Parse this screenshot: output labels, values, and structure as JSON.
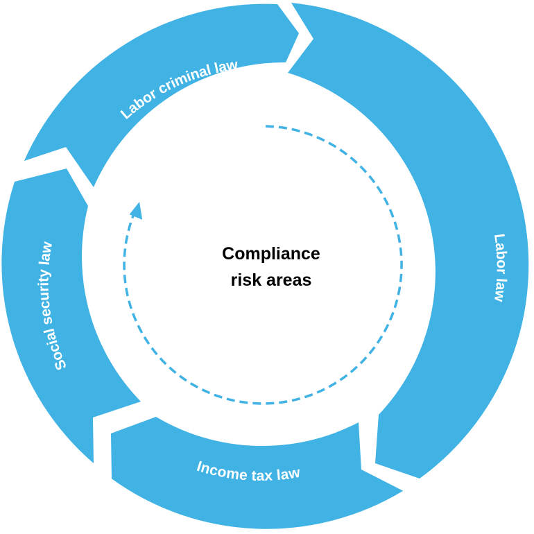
{
  "colors": {
    "segment_fill": "#41b2e4",
    "segment_text": "#ffffff",
    "cycle_arrow": "#41b2e4",
    "center_text": "#000000",
    "background": "#ffffff"
  },
  "center": {
    "line1": "Compliance",
    "line2": "risk areas"
  },
  "segments": [
    {
      "label": "Labor criminal law"
    },
    {
      "label": "Labor law"
    },
    {
      "label": "Income tax law"
    },
    {
      "label": "Social security law"
    }
  ],
  "cycle_direction": "counter-clockwise"
}
